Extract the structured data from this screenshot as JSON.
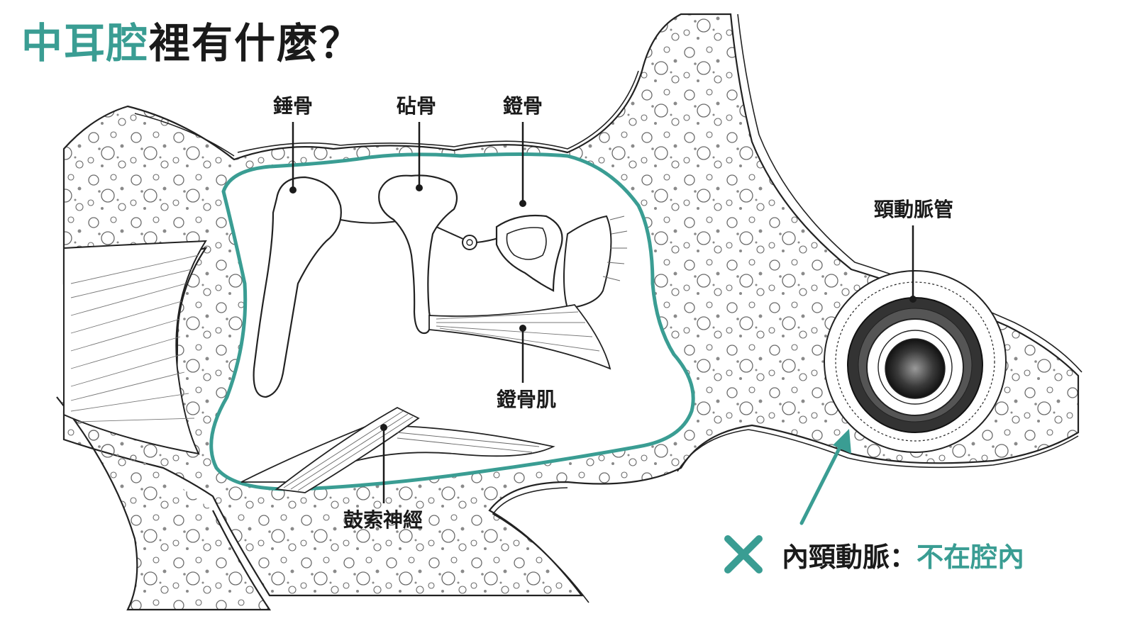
{
  "title": {
    "main": "中耳腔",
    "rest": "裡有什麼？"
  },
  "labels": {
    "malleus": "錘骨",
    "incus": "砧骨",
    "stapes": "鐙骨",
    "stapedius": "鐙骨肌",
    "chorda_tympani": "鼓索神經",
    "carotid_canal": "頸動脈管"
  },
  "note": {
    "icon": "cross-icon",
    "subject": "內頸動脈：",
    "verdict": "不在腔內"
  },
  "colors": {
    "accent": "#3a9d93",
    "ink": "#1a1a1a"
  }
}
